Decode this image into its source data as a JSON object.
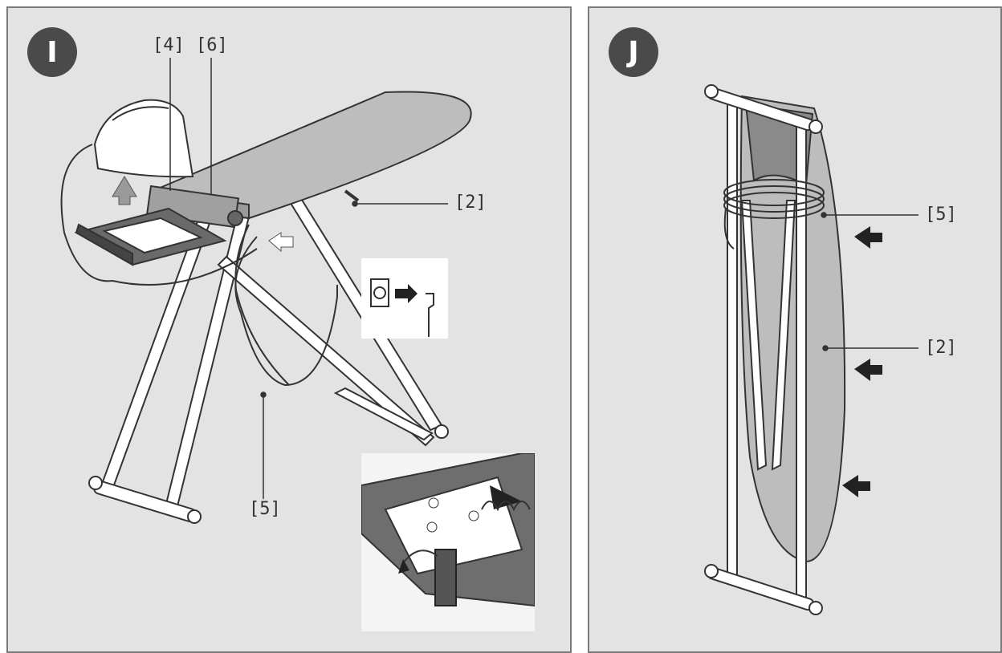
{
  "panels": [
    {
      "badge": "I",
      "callouts": [
        "[4]",
        "[6]",
        "[2]",
        "[5]"
      ]
    },
    {
      "badge": "J",
      "callouts": [
        "[5]",
        "[2]"
      ]
    }
  ],
  "colors": {
    "panel_background": "#e3e3e3",
    "badge_fill": "#4a4a4a",
    "frame_border": "#7a7a7a",
    "board_fill": "#bdbdbd"
  }
}
